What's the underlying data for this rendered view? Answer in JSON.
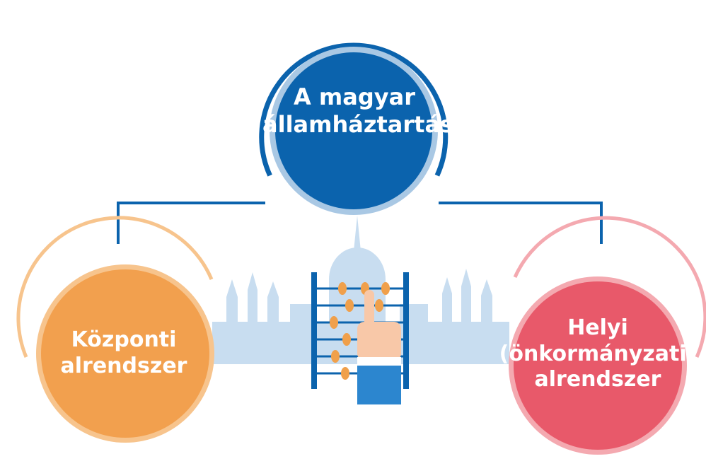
{
  "diagram": {
    "colors": {
      "primary_blue": "#0b63ad",
      "blue_ring": "#a9c8e4",
      "orange": "#f2a04e",
      "orange_ring": "#f7c48d",
      "red": "#e8596a",
      "red_ring": "#f4a9b0",
      "connector": "#0b63ad",
      "skyline": "#c5dcf0",
      "abacus_bead": "#f0a04b"
    },
    "top_node": {
      "lines": [
        "A magyar",
        "államháztartás"
      ]
    },
    "left_node": {
      "lines": [
        "Központi",
        "alrendszer"
      ]
    },
    "right_node": {
      "lines": [
        "Helyi",
        "(önkormányzati)",
        "alrendszer"
      ]
    },
    "center_icon": "parliament-skyline-with-abacus-and-hand-icon"
  }
}
